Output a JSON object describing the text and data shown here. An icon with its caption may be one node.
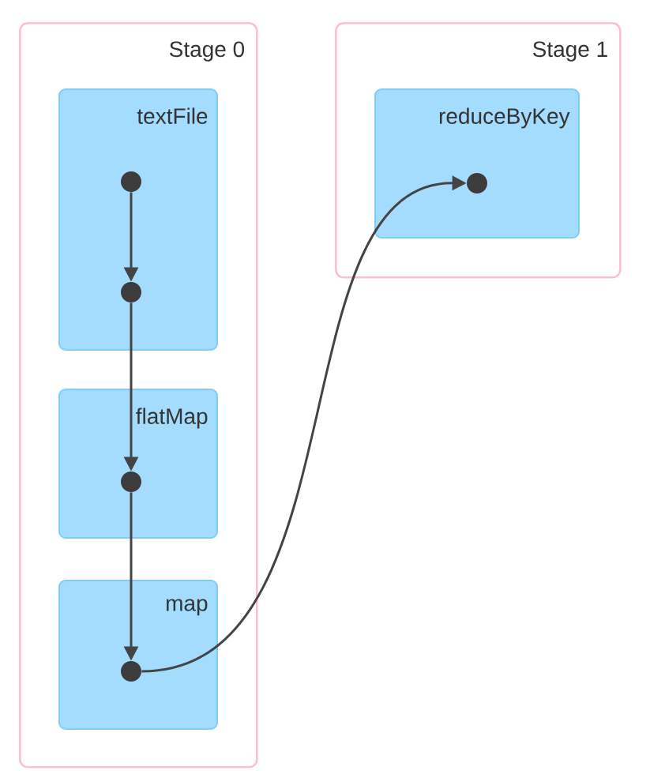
{
  "diagram": {
    "nodes": [
      {
        "text": [
          "Stage 0"
        ]
      },
      {
        "text": [
          "textFile"
        ],
        "in": 0
      },
      {
        "text": [],
        "shape": "circle",
        "in": 1
      },
      {
        "text": [],
        "shape": "circle",
        "in": 1
      },
      {
        "text": [
          "flatMap"
        ],
        "in": 0
      },
      {
        "text": [],
        "shape": "circle",
        "in": 4
      },
      {
        "text": [
          "map"
        ],
        "in": 0
      },
      {
        "text": [],
        "shape": "circle",
        "in": 6
      },
      {
        "text": [
          "Stage 1"
        ]
      },
      {
        "text": [
          "reduceByKey"
        ],
        "in": 8
      },
      {
        "text": [],
        "shape": "circle",
        "in": 9
      }
    ],
    "edges": [
      {
        "from": 2,
        "to": 3,
        "arrow": "to"
      },
      {
        "from": 3,
        "to": 5,
        "arrow": "to"
      },
      {
        "from": 5,
        "to": 7,
        "arrow": "to"
      },
      {
        "from": 7,
        "to": 10,
        "arrow": "to"
      }
    ]
  }
}
